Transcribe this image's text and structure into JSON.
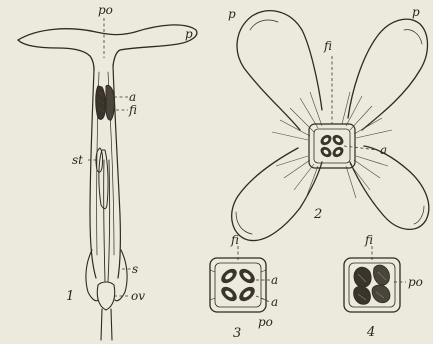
{
  "figure_1": {
    "number": "1",
    "labels": {
      "po": "po",
      "p": "p",
      "a": "a",
      "fi": "fi",
      "st": "st",
      "s": "s",
      "ov": "ov"
    }
  },
  "figure_2": {
    "number": "2",
    "labels": {
      "p_left": "p",
      "p_right": "p",
      "fi": "fi",
      "a": "a"
    }
  },
  "figure_3": {
    "number": "3",
    "labels": {
      "fi": "fi",
      "a_upper": "a",
      "a_lower": "a",
      "po": "po"
    }
  },
  "figure_4": {
    "number": "4",
    "labels": {
      "fi": "fi",
      "po": "po"
    }
  },
  "colors": {
    "paper": "#ece9dd",
    "ink": "#2e2a24",
    "anther_dark": "#3a342c"
  }
}
